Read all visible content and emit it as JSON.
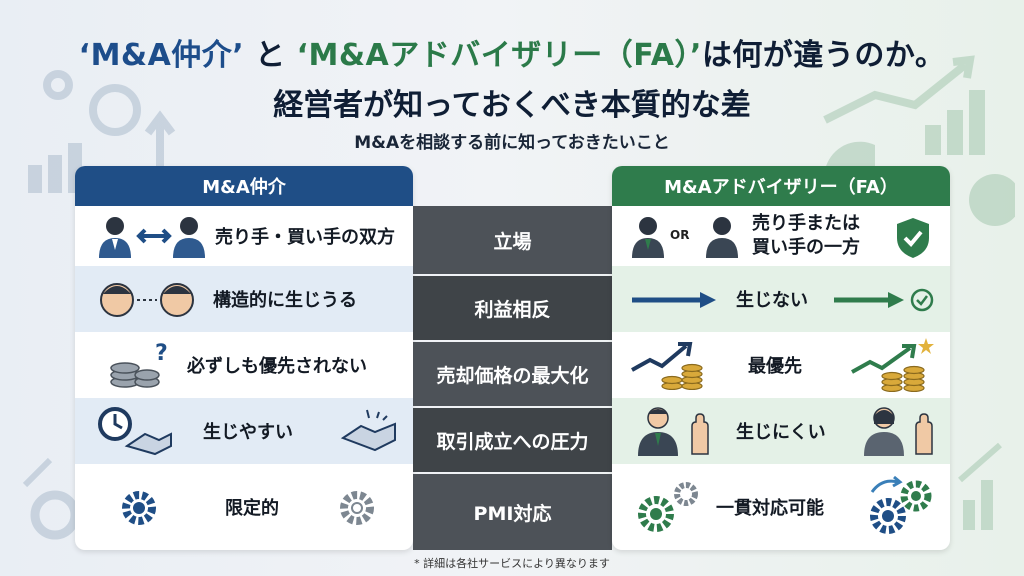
{
  "title": {
    "q1_open": "‘",
    "term_broker": "M&A仲介",
    "q1_close": "’",
    "connector": "と",
    "q2_open": "‘",
    "term_advisor": "M&Aアドバイザリー（FA）",
    "q2_close": "’",
    "tail": "は何が違うのか。",
    "line2": "経営者が知っておくべき本質的な差"
  },
  "subtitle": "M&Aを相談する前に知っておきたいこと",
  "left_card": {
    "header": "M&A仲介",
    "rows": [
      {
        "text": "売り手・買い手の双方",
        "icon": "two-people-arrows-icon"
      },
      {
        "text": "構造的に生じうる",
        "icon": "conflicted-faces-icon"
      },
      {
        "text": "必ずしも優先されない",
        "icon": "coins-question-icon"
      },
      {
        "text": "生じやすい",
        "icon": "clock-handshake-icon"
      },
      {
        "text": "限定的",
        "icon": "gear-icon"
      }
    ]
  },
  "middle": {
    "rows": [
      "立場",
      "利益相反",
      "売却価格の最大化",
      "取引成立への圧力",
      "PMI対応"
    ]
  },
  "right_card": {
    "header": "M&Aアドバイザリー（FA）",
    "rows": [
      {
        "line1": "売り手または",
        "line2": "買い手の一方",
        "or_label": "OR",
        "icon": "shield-check-icon"
      },
      {
        "text": "生じない",
        "icon": "arrow-check-icon"
      },
      {
        "text": "最優先",
        "icon": "growth-coins-icon"
      },
      {
        "text": "生じにくい",
        "icon": "stop-hand-icon"
      },
      {
        "text": "一貫対応可能",
        "icon": "gears-cycle-icon"
      }
    ]
  },
  "footnote": "* 詳細は各社サービスにより異なります",
  "colors": {
    "navy": "#1f4e86",
    "green": "#2f7c4c",
    "middle_gray": "#4d5258"
  }
}
